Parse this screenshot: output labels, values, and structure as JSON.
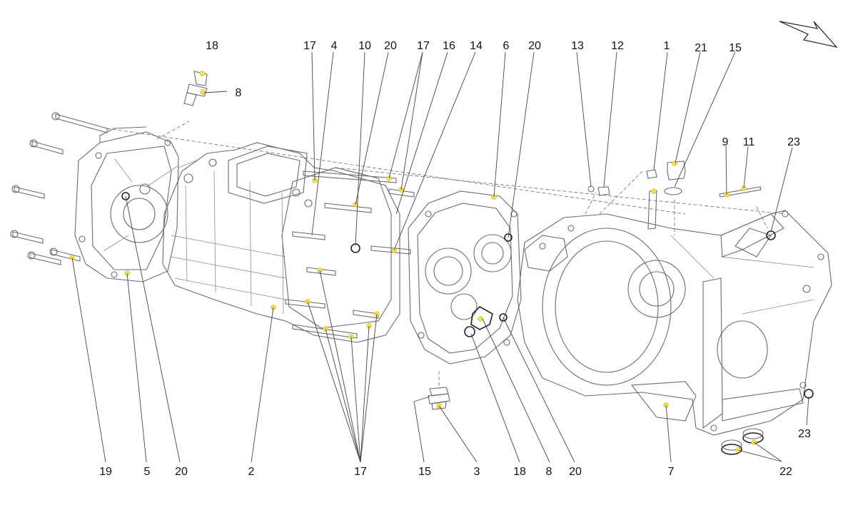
{
  "diagram": {
    "callouts": {
      "top": [
        "18",
        "8",
        "17",
        "4",
        "10",
        "20",
        "17",
        "16",
        "14",
        "6",
        "20",
        "13",
        "12",
        "1",
        "21",
        "15",
        "9",
        "11",
        "23"
      ],
      "bottom": [
        "19",
        "5",
        "20",
        "2",
        "17",
        "15",
        "3",
        "18",
        "8",
        "20",
        "7",
        "23",
        "22"
      ]
    }
  },
  "colors": {
    "line": "#6b6b6b",
    "accent_dot": "#f3e24a",
    "text": "#111111"
  }
}
